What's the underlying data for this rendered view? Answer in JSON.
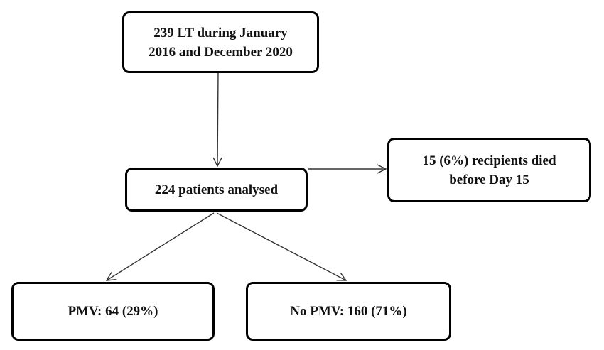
{
  "flowchart": {
    "total_transplants": "239 LT during January\n2016 and December 2020",
    "patients_analysed": "224 patients  analysed",
    "excluded_deaths": "15 (6%) recipients died\nbefore Day 15",
    "pmv_group": "PMV: 64 (29%)",
    "no_pmv_group": "No PMV: 160 (71%)"
  },
  "colors": {
    "border": "#000000",
    "arrow": "#333333",
    "text": "#111111",
    "background": "#ffffff"
  }
}
